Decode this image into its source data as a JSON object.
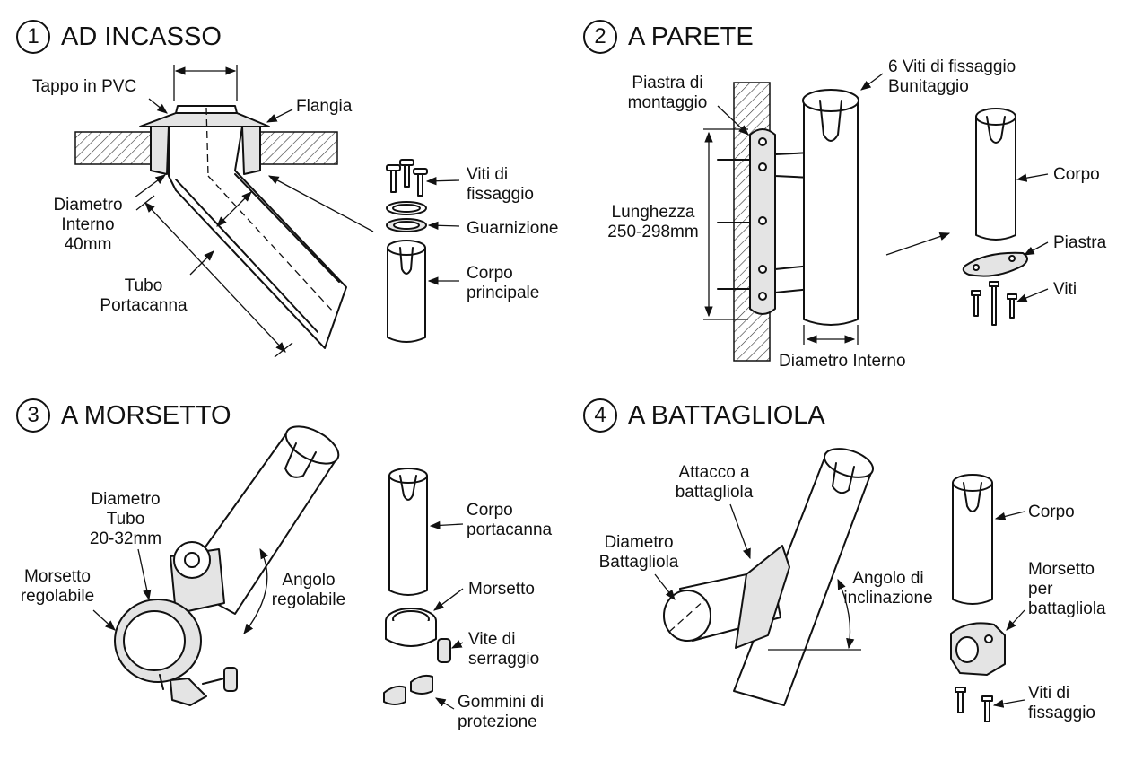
{
  "sections": [
    {
      "number": "1",
      "title": "AD INCASSO",
      "labels": {
        "tappo": "Tappo in PVC",
        "flangia": "Flangia",
        "diametro": "Diametro\nInterno\n40mm",
        "tubo": "Tubo\nPortacanna",
        "viti": "Viti di\nfissaggio",
        "guarnizione": "Guarnizione",
        "corpo": "Corpo\nprincipale"
      }
    },
    {
      "number": "2",
      "title": "A PARETE",
      "labels": {
        "piastra_montaggio": "Piastra di\nmontaggio",
        "sei_viti": "6 Viti di fissaggio\nBunitaggio",
        "lunghezza": "Lunghezza\n250-298mm",
        "corpo": "Corpo",
        "piastra": "Piastra",
        "viti": "Viti",
        "diametro": "Diametro Interno"
      }
    },
    {
      "number": "3",
      "title": "A MORSETTO",
      "labels": {
        "diametro_tubo": "Diametro\nTubo\n20-32mm",
        "morsetto_regolabile": "Morsetto\nregolabile",
        "angolo": "Angolo\nregolabile",
        "corpo": "Corpo\nportacanna",
        "morsetto": "Morsetto",
        "vite": "Vite di\nserraggio",
        "gommini": "Gommini di\nprotezione"
      }
    },
    {
      "number": "4",
      "title": "A BATTAGLIOLA",
      "labels": {
        "attacco": "Attacco a\nbattagliola",
        "diametro": "Diametro\nBattagliola",
        "angolo": "Angolo di\ninclinazione",
        "corpo": "Corpo",
        "morsetto": "Morsetto\nper\nbattagliola",
        "viti": "Viti di\nfissaggio"
      }
    }
  ]
}
